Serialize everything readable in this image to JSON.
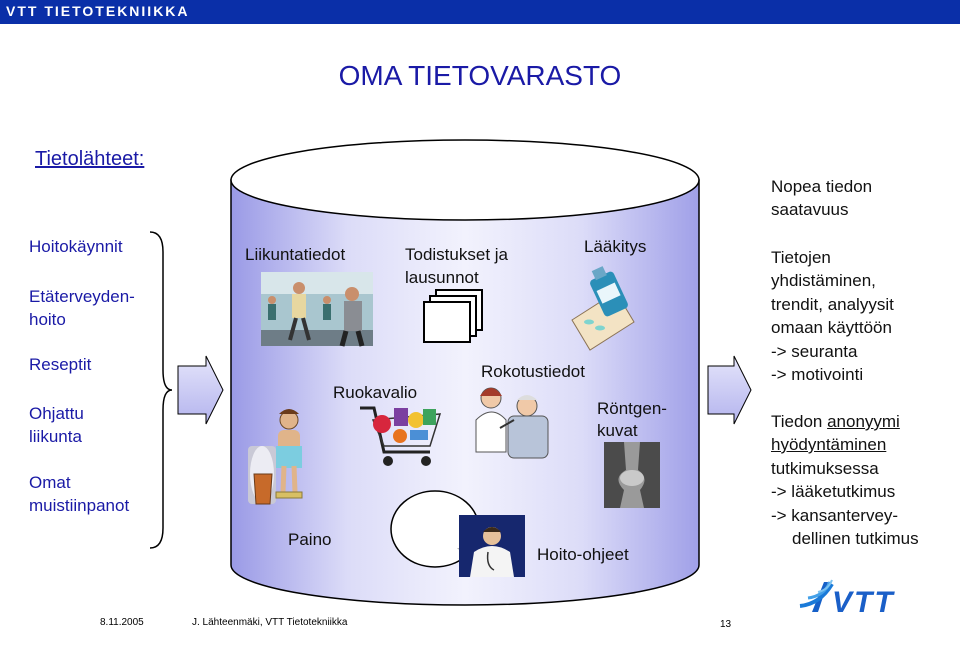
{
  "header": {
    "org_label": "VTT TIETOTEKNIIKKA"
  },
  "slide": {
    "title": "OMA TIETOVARASTO"
  },
  "sources": {
    "heading": "Tietolähteet:",
    "items": [
      "Hoitokäynnit",
      "Etäterveyden-",
      "hoito",
      "Reseptit",
      "Ohjattu",
      "liikunta",
      "Omat",
      "muistiinpanot"
    ]
  },
  "database": {
    "labels": {
      "exercise": "Liikuntatiedot",
      "certificates_1": "Todistukset ja",
      "certificates_2": "lausunnot",
      "medication": "Lääkitys",
      "diet": "Ruokavalio",
      "vaccinations": "Rokotustiedot",
      "xray_1": "Röntgen-",
      "xray_2": "kuvat",
      "weight": "Paino",
      "care_instructions": "Hoito-ohjeet"
    }
  },
  "benefits": {
    "availability": [
      "Nopea tiedon",
      "saatavuus"
    ],
    "combining": [
      "Tietojen",
      "yhdistäminen,",
      "trendit, analyysit",
      "omaan käyttöön",
      "-> seuranta",
      "-> motivointi"
    ],
    "anonymous": {
      "line1_prefix": "Tiedon ",
      "line1_emph": "anonyymi",
      "line2": "hyödyntäminen",
      "rest": [
        "tutkimuksessa",
        "-> lääketutkimus",
        "-> kansantervey-",
        "dellinen tutkimus"
      ]
    }
  },
  "footer": {
    "date": "8.11.2005",
    "author": "J. Lähteenmäki,  VTT Tietotekniikka",
    "page": "13"
  },
  "logo": {
    "text": "VTT"
  },
  "colors": {
    "bar": "#0a2fa8",
    "cylinder_light": "#e6e6fa",
    "cylinder_dark": "#aaaaea",
    "arrow": "#c8c8f0"
  }
}
